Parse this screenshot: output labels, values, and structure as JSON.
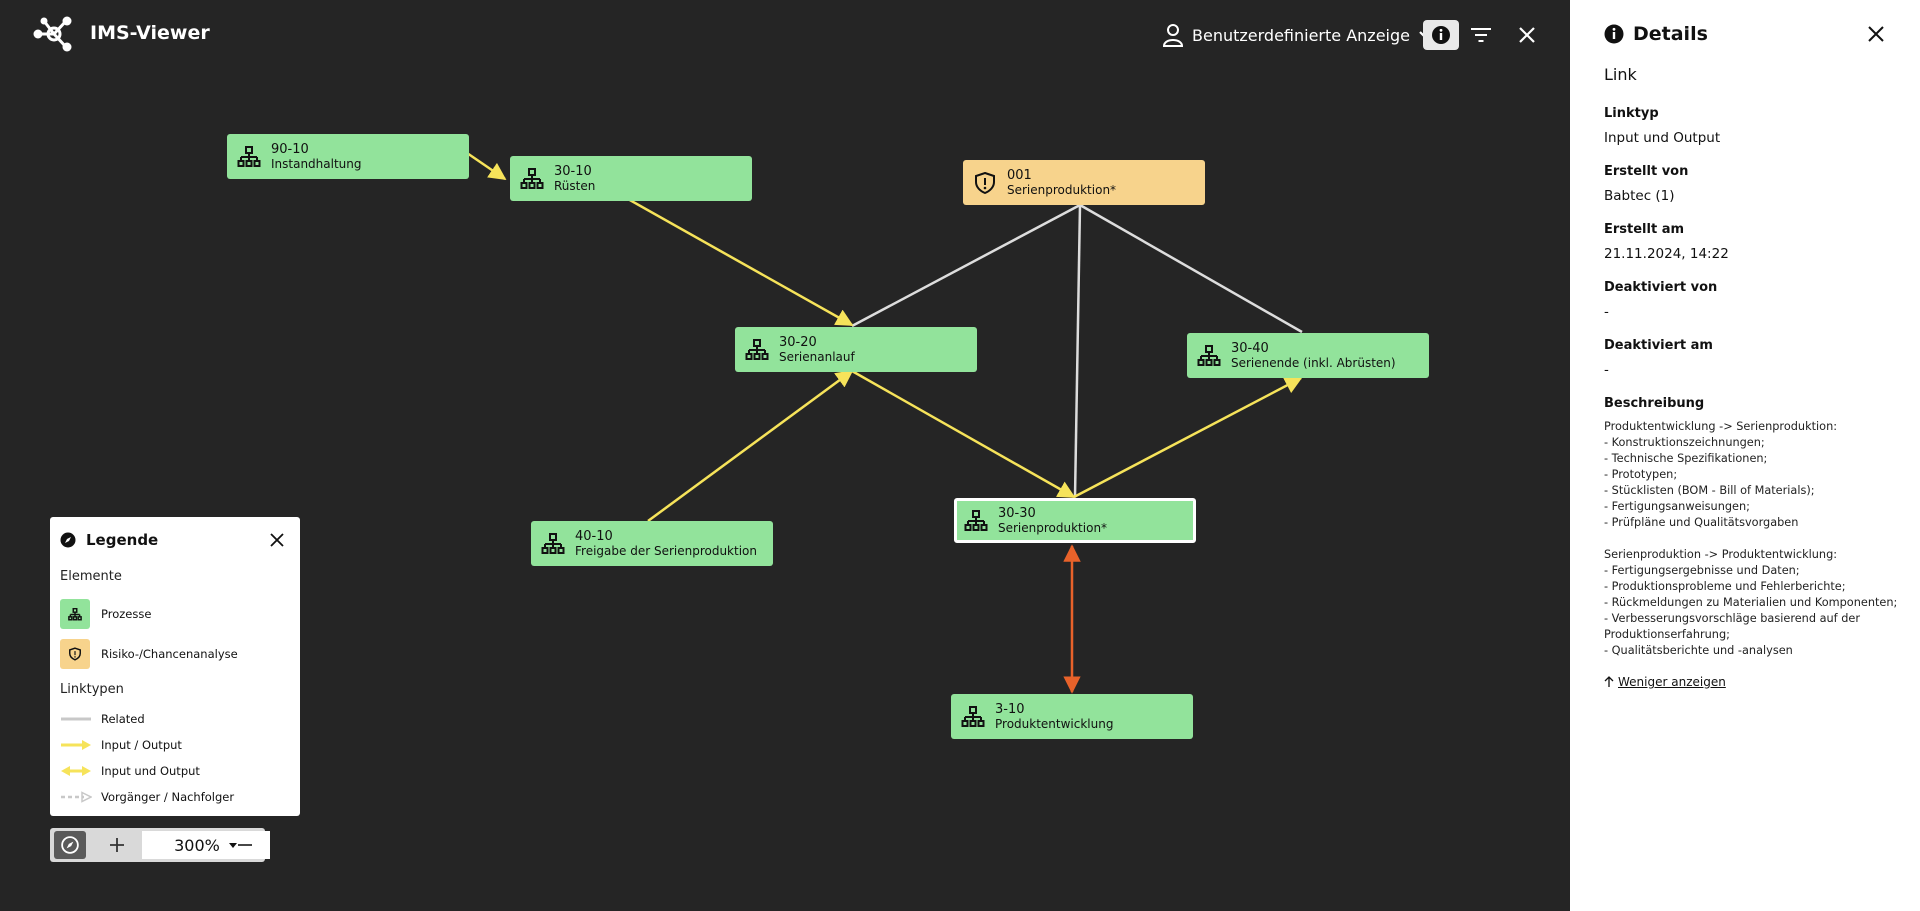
{
  "app": {
    "title": "IMS-Viewer"
  },
  "toolbar": {
    "view_label": "Benutzerdefinierte Anzeige",
    "icons": [
      "user-icon",
      "chevron-down-icon",
      "info-icon",
      "filter-icon",
      "close-icon"
    ]
  },
  "colors": {
    "canvas": "#252525",
    "process": "#92e39b",
    "risk": "#f7d38c",
    "related_link": "#dddddd",
    "input_output_link": "#f6e35a",
    "input_und_output_link": "#e8622a"
  },
  "nodes": [
    {
      "id": "90-10",
      "name": "Instandhaltung",
      "type": "process"
    },
    {
      "id": "30-10",
      "name": "Rüsten",
      "type": "process"
    },
    {
      "id": "001",
      "name": "Serienproduktion*",
      "type": "risk"
    },
    {
      "id": "30-20",
      "name": "Serienanlauf",
      "type": "process"
    },
    {
      "id": "30-40",
      "name": "Serienende (inkl. Abrüsten)",
      "type": "process"
    },
    {
      "id": "40-10",
      "name": "Freigabe der Serienproduktion",
      "type": "process"
    },
    {
      "id": "30-30",
      "name": "Serienproduktion*",
      "type": "process",
      "selected": true
    },
    {
      "id": "3-10",
      "name": "Produktentwicklung",
      "type": "process"
    }
  ],
  "links": [
    {
      "from": "90-10",
      "to": "30-10",
      "type": "Input / Output"
    },
    {
      "from": "30-10",
      "to": "30-20",
      "type": "Input / Output"
    },
    {
      "from": "40-10",
      "to": "30-20",
      "type": "Input / Output"
    },
    {
      "from": "30-20",
      "to": "30-30",
      "type": "Input / Output"
    },
    {
      "from": "30-30",
      "to": "30-40",
      "type": "Input / Output"
    },
    {
      "from": "001",
      "to": "30-20",
      "type": "Related"
    },
    {
      "from": "001",
      "to": "30-30",
      "type": "Related"
    },
    {
      "from": "001",
      "to": "30-40",
      "type": "Related"
    },
    {
      "from": "30-30",
      "to": "3-10",
      "type": "Input und Output"
    }
  ],
  "legend": {
    "title": "Legende",
    "elements_title": "Elemente",
    "elements": [
      "Prozesse",
      "Risiko-/Chancenanalyse"
    ],
    "linktypes_title": "Linktypen",
    "linktypes": [
      "Related",
      "Input / Output",
      "Input und Output",
      "Vorgänger / Nachfolger"
    ]
  },
  "zoom": {
    "value": "300%"
  },
  "details": {
    "title": "Details",
    "subtitle": "Link",
    "fields": [
      {
        "label": "Linktyp",
        "value": "Input und Output"
      },
      {
        "label": "Erstellt von",
        "value": "Babtec (1)"
      },
      {
        "label": "Erstellt am",
        "value": "21.11.2024, 14:22"
      },
      {
        "label": "Deaktiviert von",
        "value": "-"
      },
      {
        "label": "Deaktiviert am",
        "value": "-"
      }
    ],
    "description_label": "Beschreibung",
    "description_lines": [
      "Produktentwicklung -> Serienproduktion:",
      "- Konstruktionszeichnungen;",
      "- Technische Spezifikationen;",
      "- Prototypen;",
      "- Stücklisten (BOM - Bill of Materials);",
      "- Fertigungsanweisungen;",
      "- Prüfpläne und Qualitätsvorgaben",
      "",
      "Serienproduktion -> Produktentwicklung:",
      "- Fertigungsergebnisse und Daten;",
      "- Produktionsprobleme und Fehlerberichte;",
      "- Rückmeldungen zu Materialien und Komponenten;",
      "- Verbesserungsvorschläge basierend auf der",
      "Produktionserfahrung;",
      "- Qualitätsberichte und -analysen"
    ],
    "less_label": "Weniger anzeigen"
  }
}
